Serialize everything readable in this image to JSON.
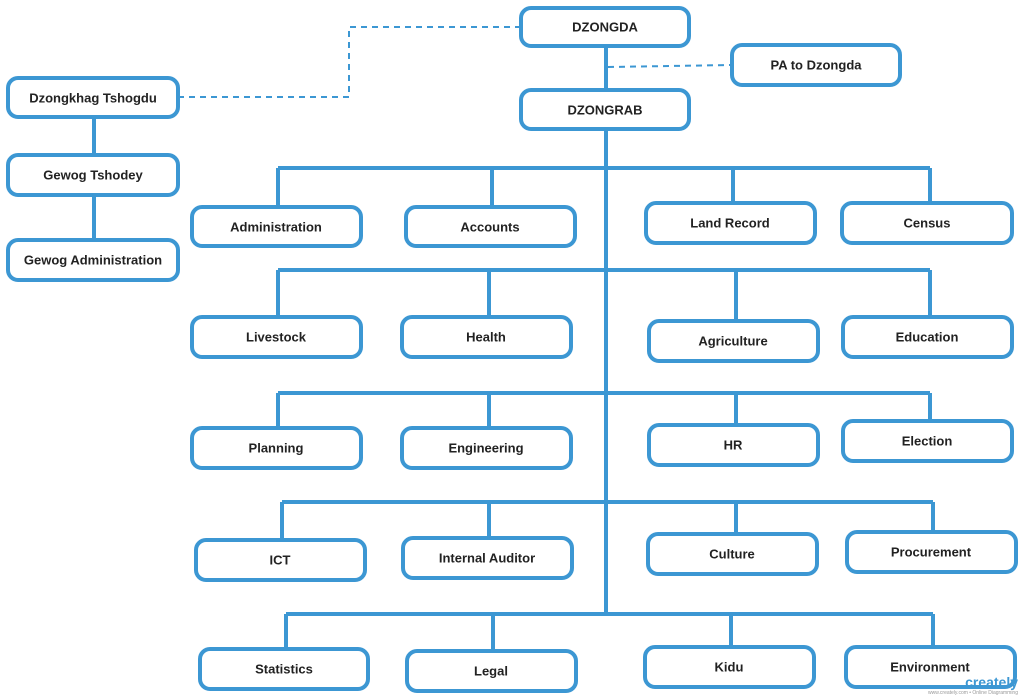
{
  "colors": {
    "accent": "#3c97d3",
    "text": "#222222",
    "background": "#ffffff"
  },
  "nodes": {
    "dzongda": "DZONGDA",
    "pa_to_dzongda": "PA to Dzongda",
    "dzongrab": "DZONGRAB",
    "dzongkhag_tshogdu": "Dzongkhag Tshogdu",
    "gewog_tshodey": "Gewog Tshodey",
    "gewog_administration": "Gewog Administration",
    "administration": "Administration",
    "accounts": "Accounts",
    "land_record": "Land Record",
    "census": "Census",
    "livestock": "Livestock",
    "health": "Health",
    "agriculture": "Agriculture",
    "education": "Education",
    "planning": "Planning",
    "engineering": "Engineering",
    "hr": "HR",
    "election": "Election",
    "ict": "ICT",
    "internal_auditor": "Internal Auditor",
    "culture": "Culture",
    "procurement": "Procurement",
    "statistics": "Statistics",
    "legal": "Legal",
    "kidu": "Kidu",
    "environment": "Environment"
  },
  "watermark": {
    "brand": "creately",
    "subtitle": "www.creately.com • Online Diagramming"
  }
}
